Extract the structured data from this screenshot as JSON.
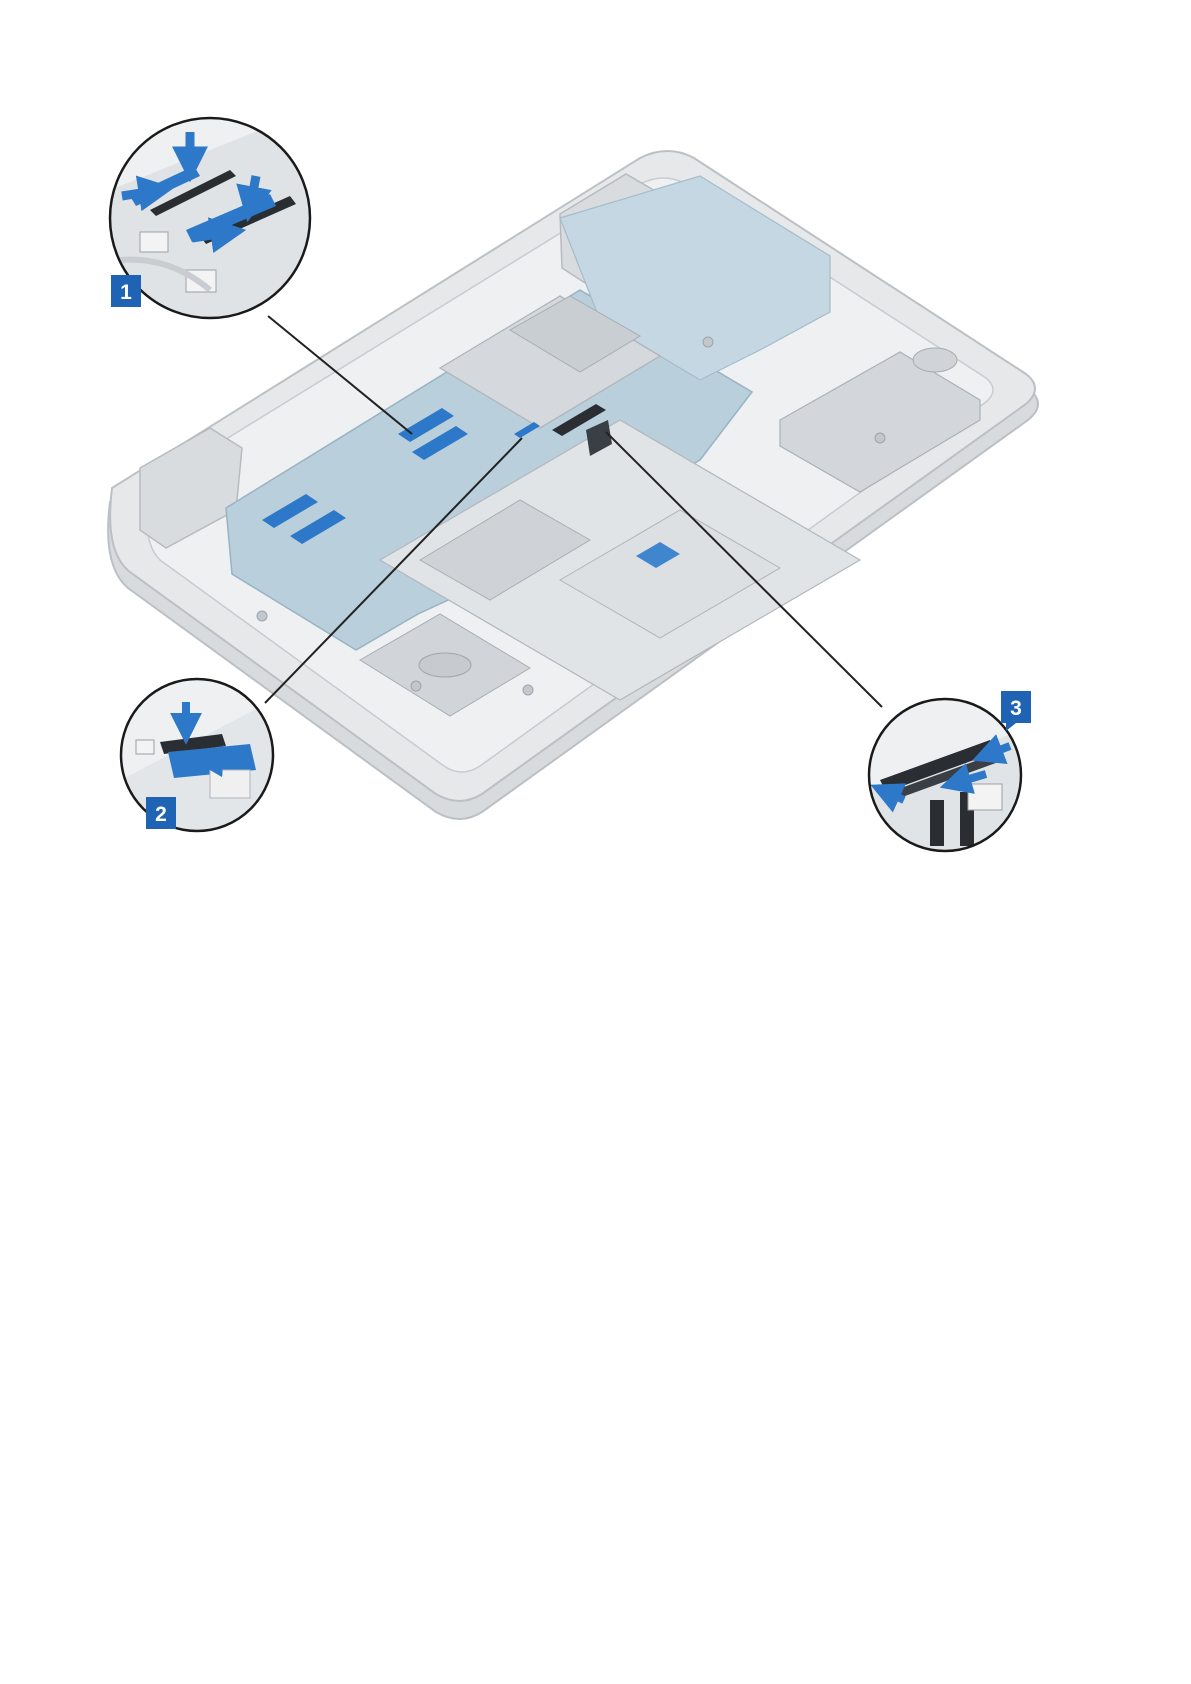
{
  "figure": {
    "callouts": [
      {
        "number": "1",
        "part": "upper-left-ffc-connectors"
      },
      {
        "number": "2",
        "part": "small-ffc-connector"
      },
      {
        "number": "3",
        "part": "black-cable-connector"
      }
    ]
  },
  "colors": {
    "background": "#ffffff",
    "chassis": "#e6e8ea",
    "chassis_edge": "#bcc0c4",
    "board": "#b9cfdc",
    "shield": "#d5d9dd",
    "ffc_blue": "#2d78c8",
    "connector_dark": "#2a2e33",
    "badge": "#1f64b4",
    "leader_line": "#222222",
    "zoom_ring": "#1a1a1a"
  },
  "icons": {
    "press_arrow": "arrow-down-icon",
    "insert_arrow": "arrow-right-icon"
  }
}
